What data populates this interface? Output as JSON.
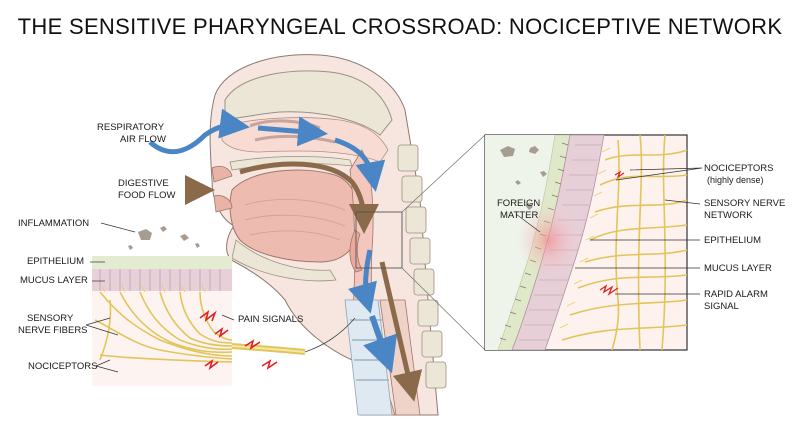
{
  "title": "THE SENSITIVE PHARYNGEAL CROSSROAD: NOCICEPTIVE NETWORK",
  "labels": {
    "respiratory_1": "RESPIRATORY",
    "respiratory_2": "AIR FLOW",
    "digestive_1": "DIGESTIVE",
    "digestive_2": "FOOD FLOW",
    "inflammation": "INFLAMMATION",
    "epithelium_left": "EPITHELIUM",
    "mucus_left": "MUCUS LAYER",
    "sensory_fibers_1": "SENSORY",
    "sensory_fibers_2": "NERVE FIBERS",
    "pain_signals": "PAIN SIGNALS",
    "nociceptors_left": "NOCICEPTORS",
    "foreign_1": "FOREIGN",
    "foreign_2": "MATTER",
    "nociceptors_right_1": "NOCICEPTORS",
    "nociceptors_right_2": "(highly dense)",
    "sensory_network_1": "SENSORY NERVE",
    "sensory_network_2": "NETWORK",
    "epithelium_right": "EPITHELIUM",
    "mucus_right": "MUCUS LAYER",
    "alarm_1": "RAPID ALARM",
    "alarm_2": "SIGNAL"
  },
  "colors": {
    "air_flow": "#4a86c5",
    "food_flow": "#8a6a4a",
    "nerve": "#e2c55a",
    "pain": "#e02020",
    "tissue": "#f2d4cc",
    "bone": "#ece6d6"
  }
}
